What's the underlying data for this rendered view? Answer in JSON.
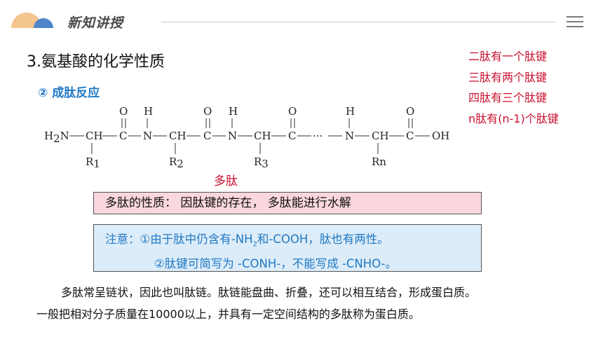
{
  "header": {
    "title": "新知讲授",
    "colors": {
      "sun": "#f5c58f",
      "cloud": "#4d86c9"
    }
  },
  "section_title": "3.氨基酸的化学性质",
  "subtitle": "② 成肽反应",
  "notes": [
    "二肽有一个肽键",
    "三肽有两个肽键",
    "四肽有三个肽键",
    "n肽有(n-1)个肽键"
  ],
  "formula": {
    "h2n": "H",
    "h2n_sub": "2",
    "n": "N",
    "ch": "CH",
    "c": "C",
    "o": "O",
    "h": "H",
    "ellipsis": "···",
    "oh": "OH",
    "r": "R",
    "r1_sub": "1",
    "r2_sub": "2",
    "r3_sub": "3",
    "rn": "Rn"
  },
  "polypeptide_label": "多肽",
  "property_box": "多肽的性质： 因肽键的存在， 多肽能进行水解",
  "note_box": {
    "line1_prefix": "注意：①由于肽中仍含有-NH",
    "line1_sub": "2",
    "line1_suffix": "和-COOH，肽也有两性。",
    "line2": "②肽键可简写为 -CONH-，不能写成 -CNHO-。"
  },
  "paragraph": {
    "line1": "多肽常呈链状，因此也叫肽链。肽链能盘曲、折叠，还可以相互结合，形成蛋白质。",
    "line2": "一般把相对分子质量在10000以上，并具有一定空间结构的多肽称为蛋白质。"
  },
  "menu": {
    "icon": "menu-icon"
  }
}
